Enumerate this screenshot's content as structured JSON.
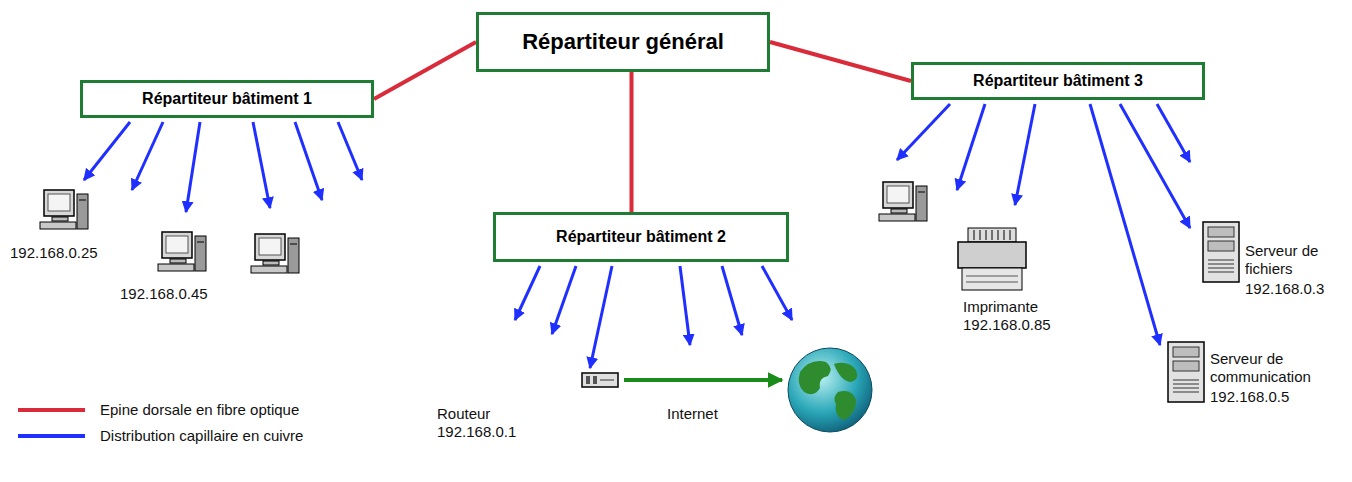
{
  "diagram": {
    "nodes": [
      {
        "text": [
          "Répartiteur général"
        ]
      },
      {
        "text": [
          "Répartiteur bâtiment 1"
        ]
      },
      {
        "text": [
          "Répartiteur bâtiment 2"
        ]
      },
      {
        "text": [
          "Répartiteur bâtiment 3"
        ]
      }
    ],
    "edges": [
      {
        "from": 0,
        "to": 1,
        "arrow": "none"
      },
      {
        "from": 0,
        "to": 2,
        "arrow": "none"
      },
      {
        "from": 0,
        "to": 3,
        "arrow": "none"
      }
    ],
    "labels": [
      "192.168.0.25",
      "192.168.0.45",
      "Routeur",
      "192.168.0.1",
      "Internet",
      "Imprimante",
      "192.168.0.85",
      "Serveur de fichiers",
      "192.168.0.3",
      "Serveur de communication",
      "192.168.0.5"
    ],
    "legend": [
      {
        "text": "Epine dorsale en fibre optique"
      },
      {
        "text": "Distribution capillaire en cuivre"
      }
    ]
  }
}
